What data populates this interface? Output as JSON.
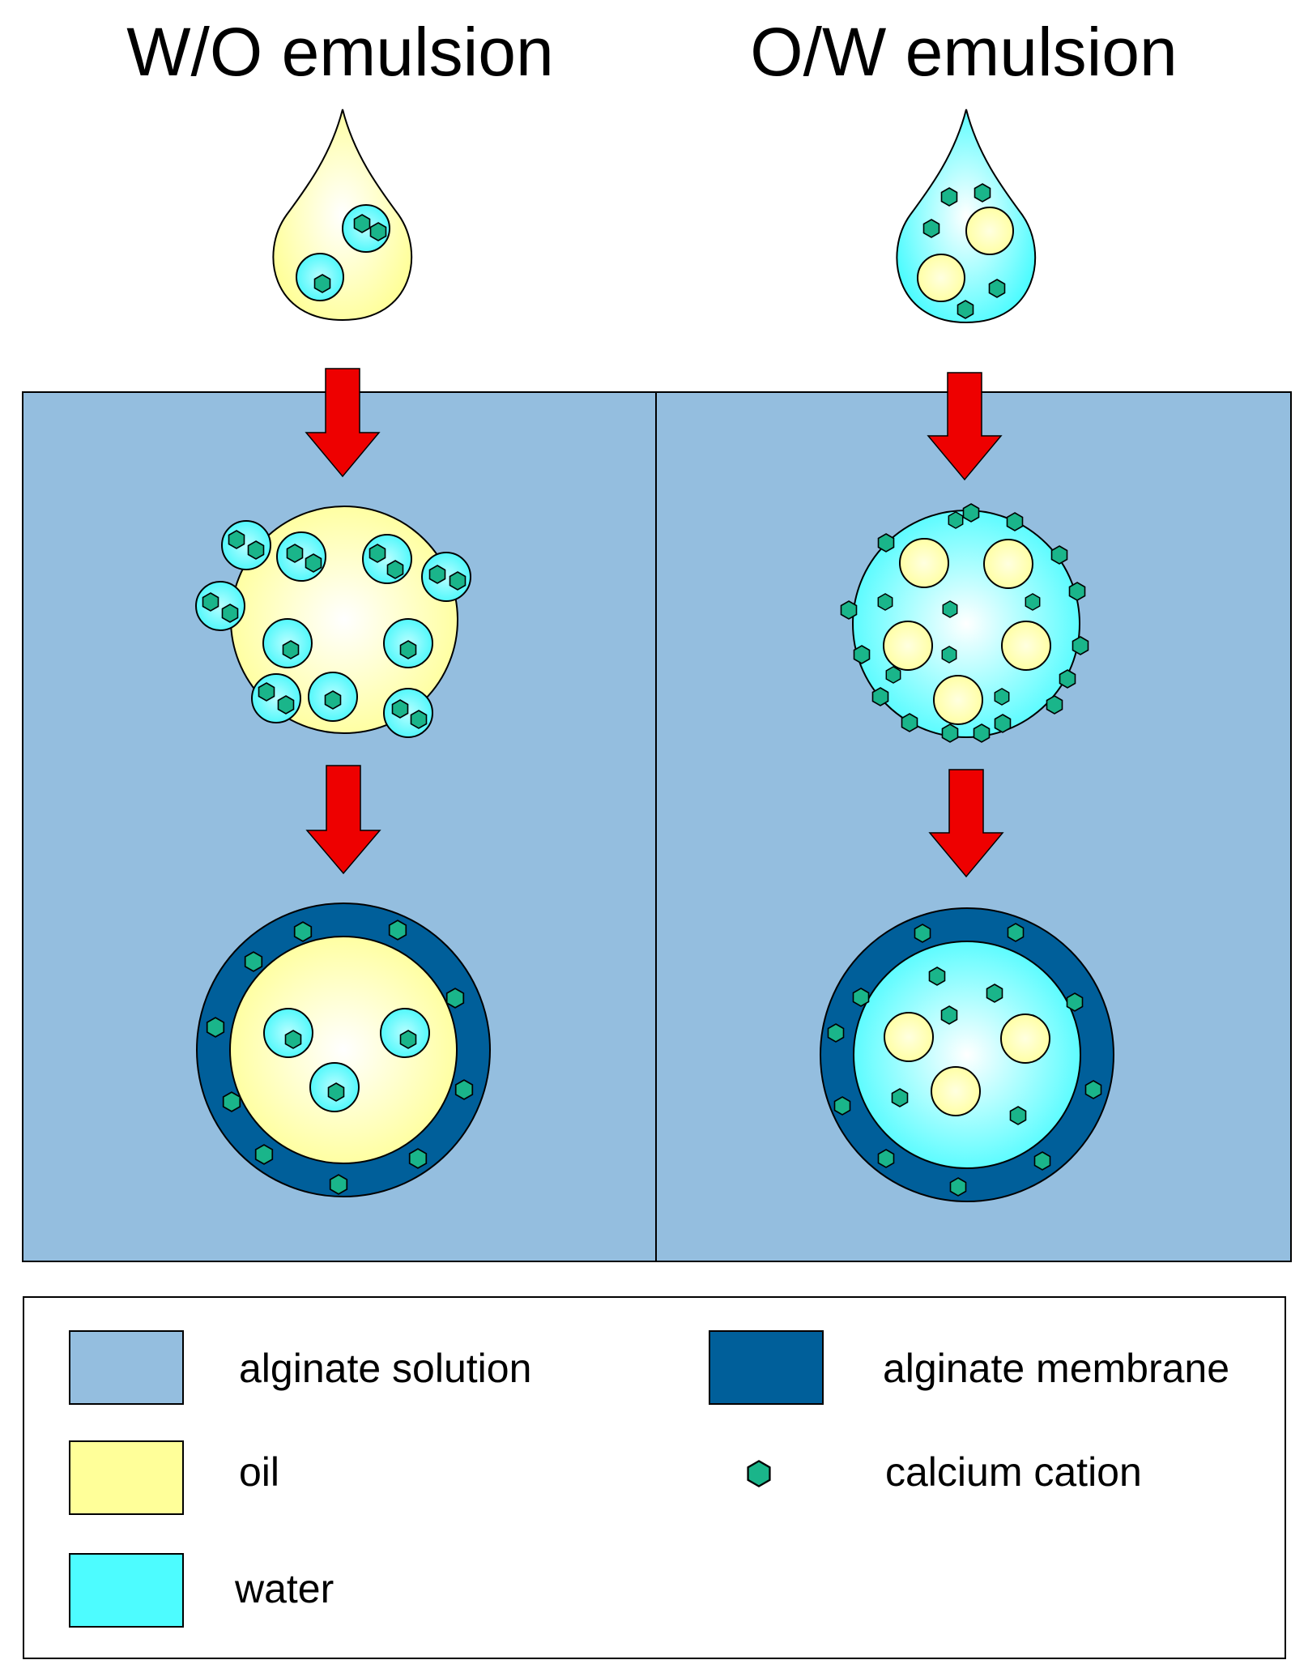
{
  "titles": {
    "left": "W/O emulsion",
    "right": "O/W emulsion"
  },
  "colors": {
    "alginate_solution": "#94bedf",
    "alginate_membrane": "#005f9a",
    "oil": "#ffff99",
    "water": "#4dfcff",
    "calcium_cation": "#1ab58a",
    "arrow": "#ee0000"
  },
  "legend": {
    "alginate_solution": "alginate solution",
    "alginate_membrane": "alginate membrane",
    "oil": "oil",
    "calcium_cation": "calcium cation",
    "water": "water"
  }
}
